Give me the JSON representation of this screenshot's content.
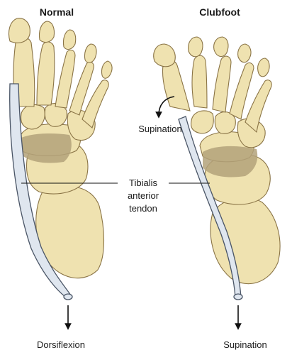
{
  "panels": {
    "left_title": "Normal",
    "right_title": "Clubfoot"
  },
  "labels": {
    "tendon_line1": "Tibialis",
    "tendon_line2": "anterior",
    "tendon_line3": "tendon",
    "supination_upper": "Supination",
    "left_bottom": "Dorsiflexion",
    "right_bottom": "Supination"
  },
  "colors": {
    "bone_fill": "#efe2b0",
    "bone_shade": "#d9c48a",
    "bone_outline": "#8a7446",
    "talus_shade": "#b3a27a",
    "tendon_fill": "#dfe6ef",
    "tendon_outline": "#4a5566"
  }
}
